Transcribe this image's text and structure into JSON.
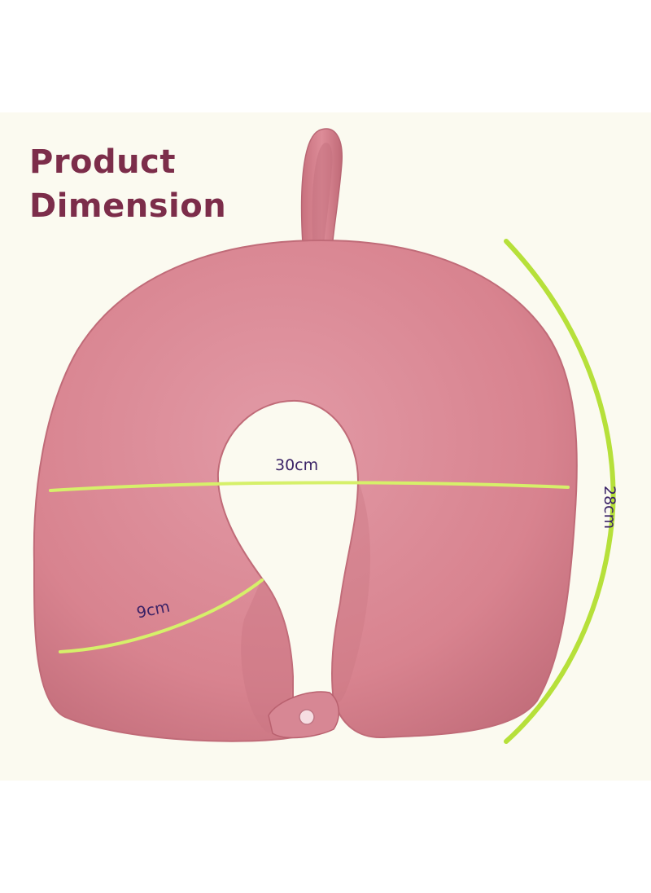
{
  "title": {
    "line1": "Product",
    "line2": "Dimension"
  },
  "dimensions": {
    "width": "30cm",
    "height": "28cm",
    "thickness": "9cm"
  },
  "colors": {
    "background": "#fbfaf0",
    "title": "#7c2d4a",
    "pillow": "#dc8a97",
    "measure_line": "#b6e03a",
    "measure_text": "#3a2266"
  }
}
